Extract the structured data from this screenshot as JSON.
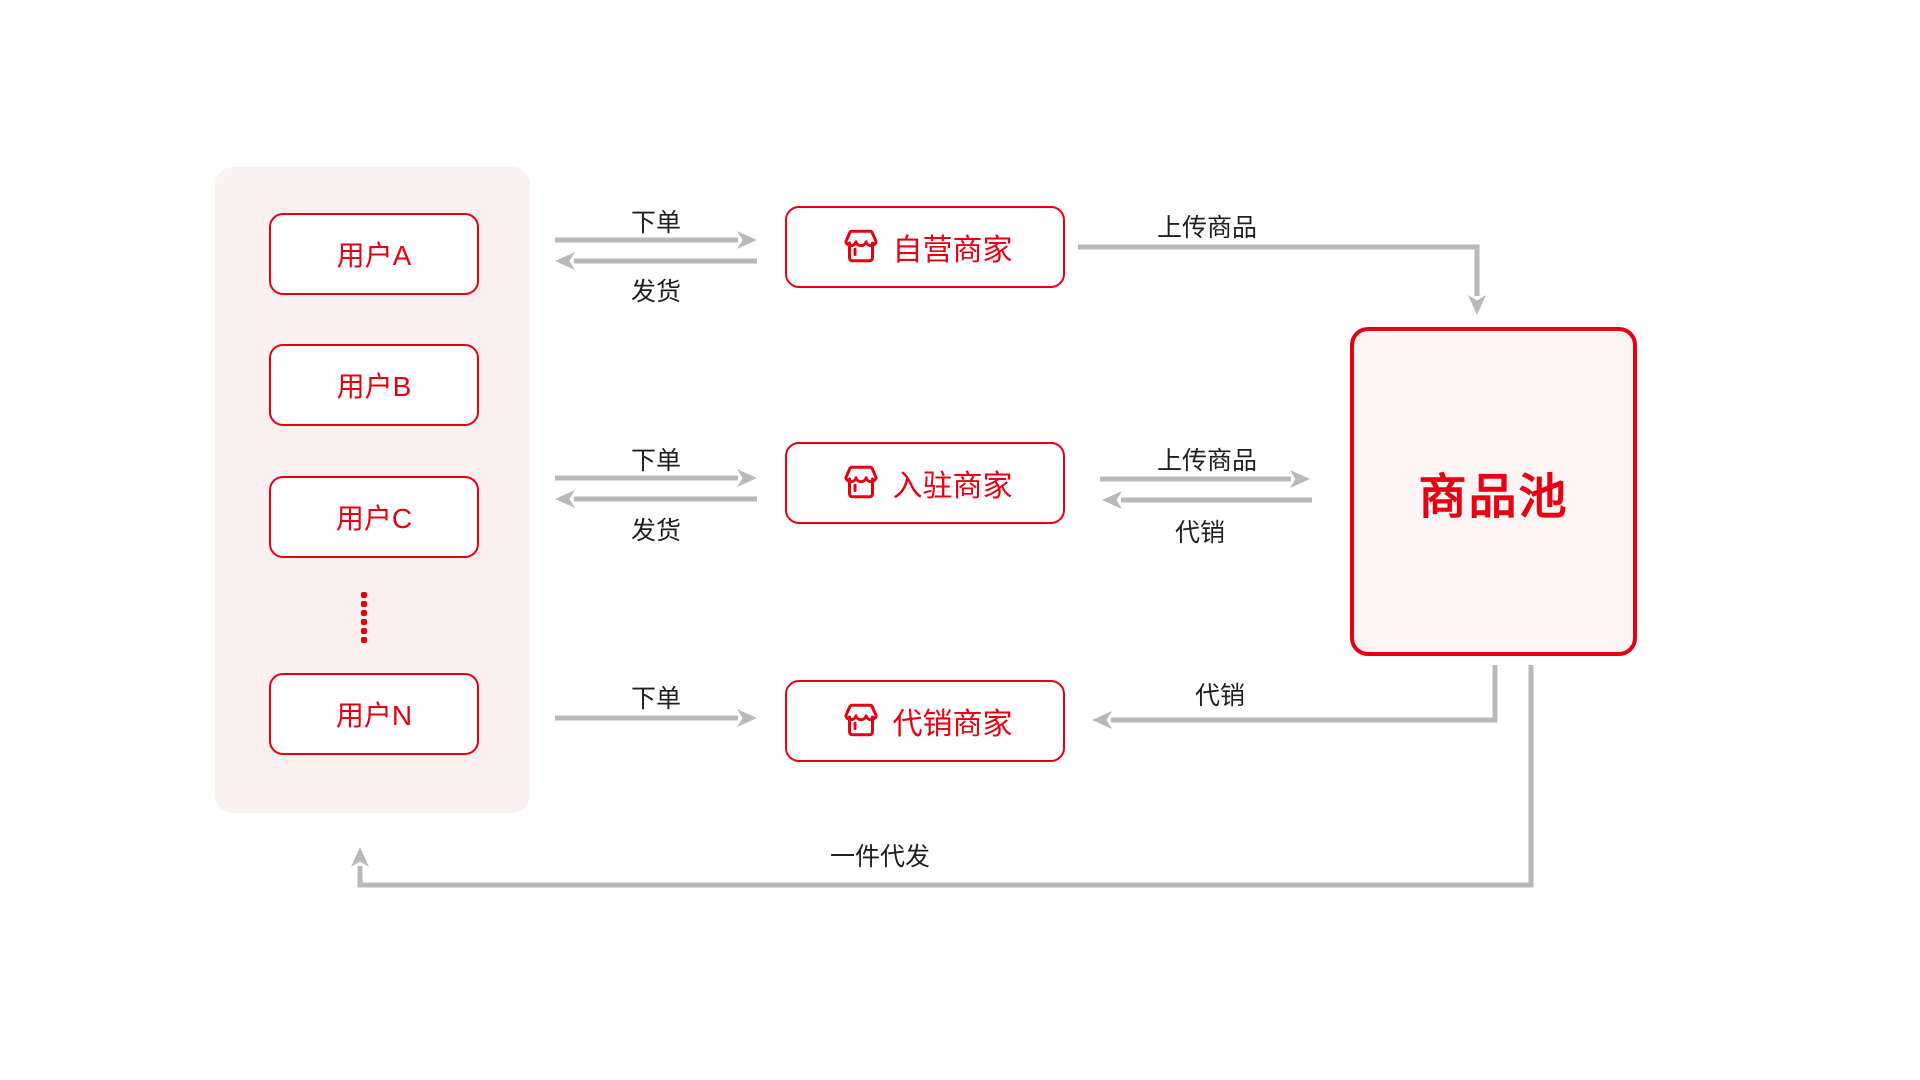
{
  "diagram_title": "",
  "colors": {
    "primary_red": "#e60012",
    "panel_pink": "#fcf0f0",
    "pool_fill": "#fdf5f5",
    "arrow_gray": "#b9b9b9",
    "label_dark": "#1f1f1f",
    "node_fill": "#ffffff"
  },
  "users_panel": {
    "items": [
      "用户A",
      "用户B",
      "用户C",
      "用户N"
    ],
    "ellipsis_dots": 6
  },
  "merchants": {
    "self": "自营商家",
    "settled": "入驻商家",
    "consign": "代销商家",
    "icon": "storefront-icon"
  },
  "pool": {
    "label": "商品池"
  },
  "flow_labels": {
    "user_self_order": "下单",
    "user_self_ship": "发货",
    "user_settled_order": "下单",
    "user_settled_ship": "发货",
    "user_consign_order": "下单",
    "self_pool_upload": "上传商品",
    "settled_pool_upload": "上传商品",
    "pool_settled_consign": "代销",
    "pool_consign_consign": "代销",
    "pool_user_dropship": "一件代发"
  }
}
